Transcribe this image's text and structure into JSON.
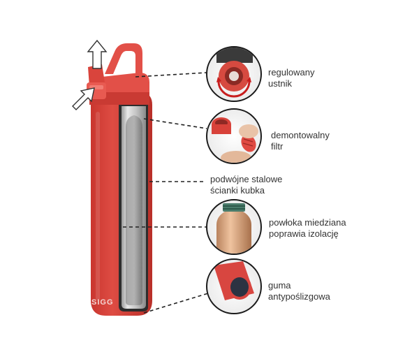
{
  "brand": {
    "logo_text": "SIGG"
  },
  "colors": {
    "bottle_red": "#d8473f",
    "bottle_shadow": "#b8302b",
    "cap_red": "#e25048",
    "steel": "#cfcfcf",
    "copper": "#d9a57e",
    "leader_line": "#222222"
  },
  "features": [
    {
      "id": "mouthpiece",
      "line1": "regulowany",
      "line2": "ustnik",
      "icon": "red-mouthpiece-closeup"
    },
    {
      "id": "filter",
      "line1": "demontowalny",
      "line2": "filtr",
      "icon": "removable-filter-closeup"
    },
    {
      "id": "walls",
      "line1": "podwójne stalowe",
      "line2": "ścianki kubka",
      "icon": ""
    },
    {
      "id": "copper",
      "line1": "powłoka miedziana",
      "line2": "poprawia izolację",
      "icon": "copper-inner-flask-closeup"
    },
    {
      "id": "rubber",
      "line1": "guma",
      "line2": "antypoślizgowa",
      "icon": "rubber-base-closeup"
    }
  ]
}
